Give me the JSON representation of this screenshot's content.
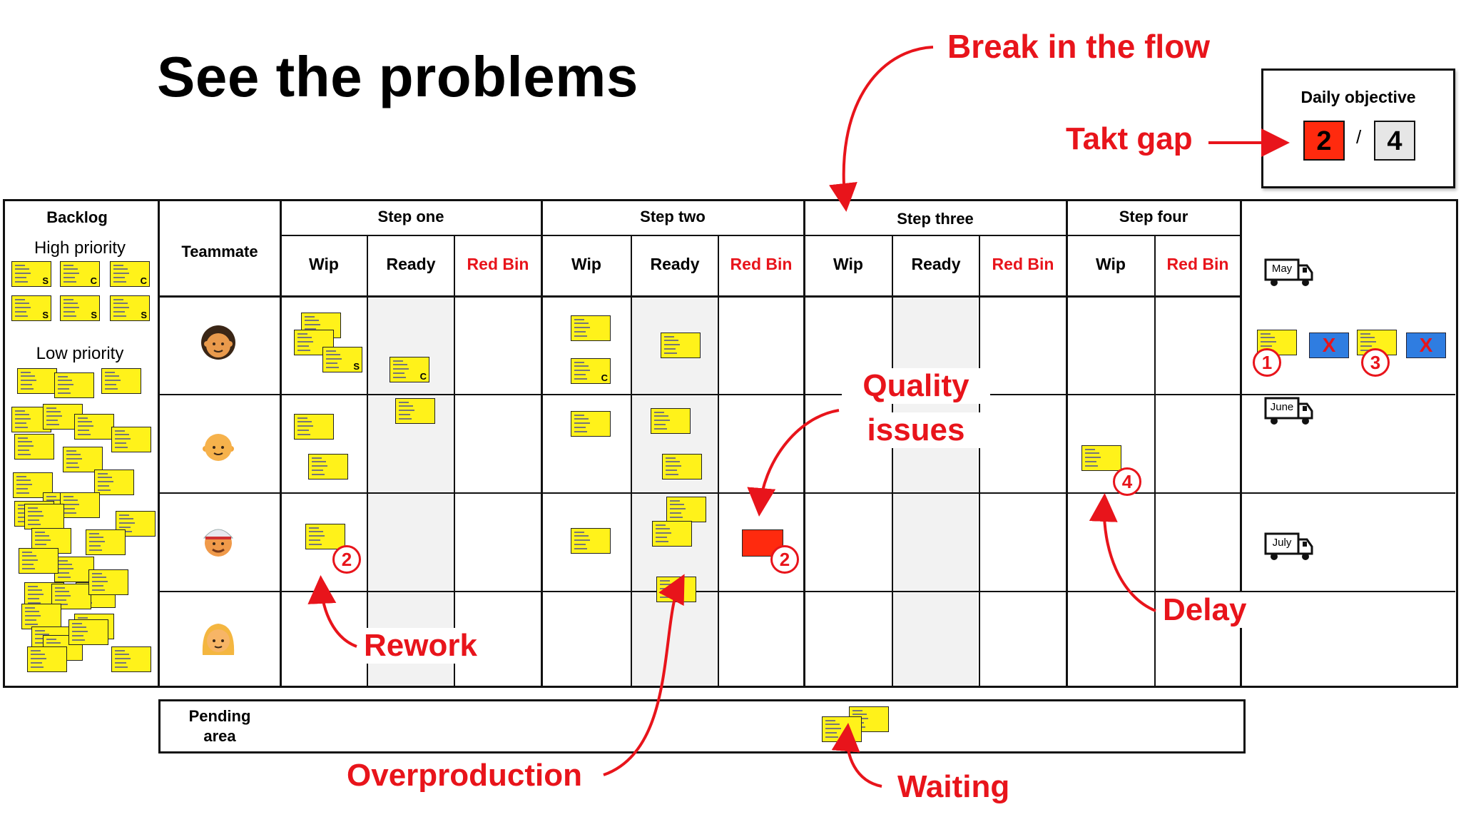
{
  "title": "See the problems",
  "daily_objective": {
    "label": "Daily objective",
    "actual": "2",
    "separator": "/",
    "target": "4",
    "actual_color": "#ff2a0e",
    "target_color": "#e6e6e6"
  },
  "board": {
    "backlog": {
      "title": "Backlog",
      "high_priority": "High priority",
      "low_priority": "Low priority"
    },
    "teammate": "Teammate",
    "steps": [
      {
        "name": "Step one",
        "columns": [
          "Wip",
          "Ready",
          "Red Bin"
        ]
      },
      {
        "name": "Step two",
        "columns": [
          "Wip",
          "Ready",
          "Red Bin"
        ]
      },
      {
        "name": "Step three",
        "columns": [
          "Wip",
          "Ready",
          "Red Bin"
        ]
      },
      {
        "name": "Step four",
        "columns": [
          "Wip",
          "Red Bin"
        ]
      }
    ],
    "months": [
      "May",
      "June",
      "July"
    ],
    "pending": {
      "line1": "Pending",
      "line2": "area"
    },
    "card_tags": {
      "s": "S",
      "c": "C"
    },
    "cancel_mark": "X",
    "markers": [
      "1",
      "3",
      "4",
      "2",
      "2"
    ]
  },
  "annotations": {
    "break": "Break in the flow",
    "takt": "Takt gap",
    "quality_1": "Quality",
    "quality_2": "issues",
    "rework": "Rework",
    "delay": "Delay",
    "overproduction": "Overproduction",
    "waiting": "Waiting"
  },
  "colors": {
    "annotation": "#e8141b",
    "card": "#fff21a",
    "defect_card": "#ff2a0e",
    "cancelled_card": "#2f7de1",
    "grid": "#111111"
  },
  "icons": [
    "truck-icon",
    "avatar-curly-hair",
    "avatar-bald",
    "avatar-cap",
    "avatar-blonde"
  ]
}
